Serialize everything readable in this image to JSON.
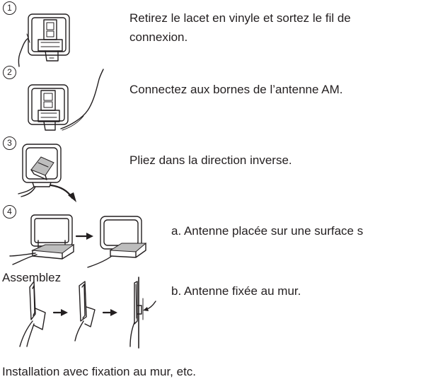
{
  "steps": [
    {
      "number": "1",
      "text_line1": "Retirez le lacet en vinyle et sortez le fil de",
      "text_line2": "connexion."
    },
    {
      "number": "2",
      "text": "Connectez aux bornes de l’antenne AM."
    },
    {
      "number": "3",
      "text": "Pliez dans la direction inverse."
    },
    {
      "number": "4",
      "text_a": "a. Antenne placée sur une surface s",
      "label_assemble": "Assemblez",
      "text_b": "b. Antenne fixée au mur."
    }
  ],
  "footer": "Installation avec fixation au mur, etc."
}
